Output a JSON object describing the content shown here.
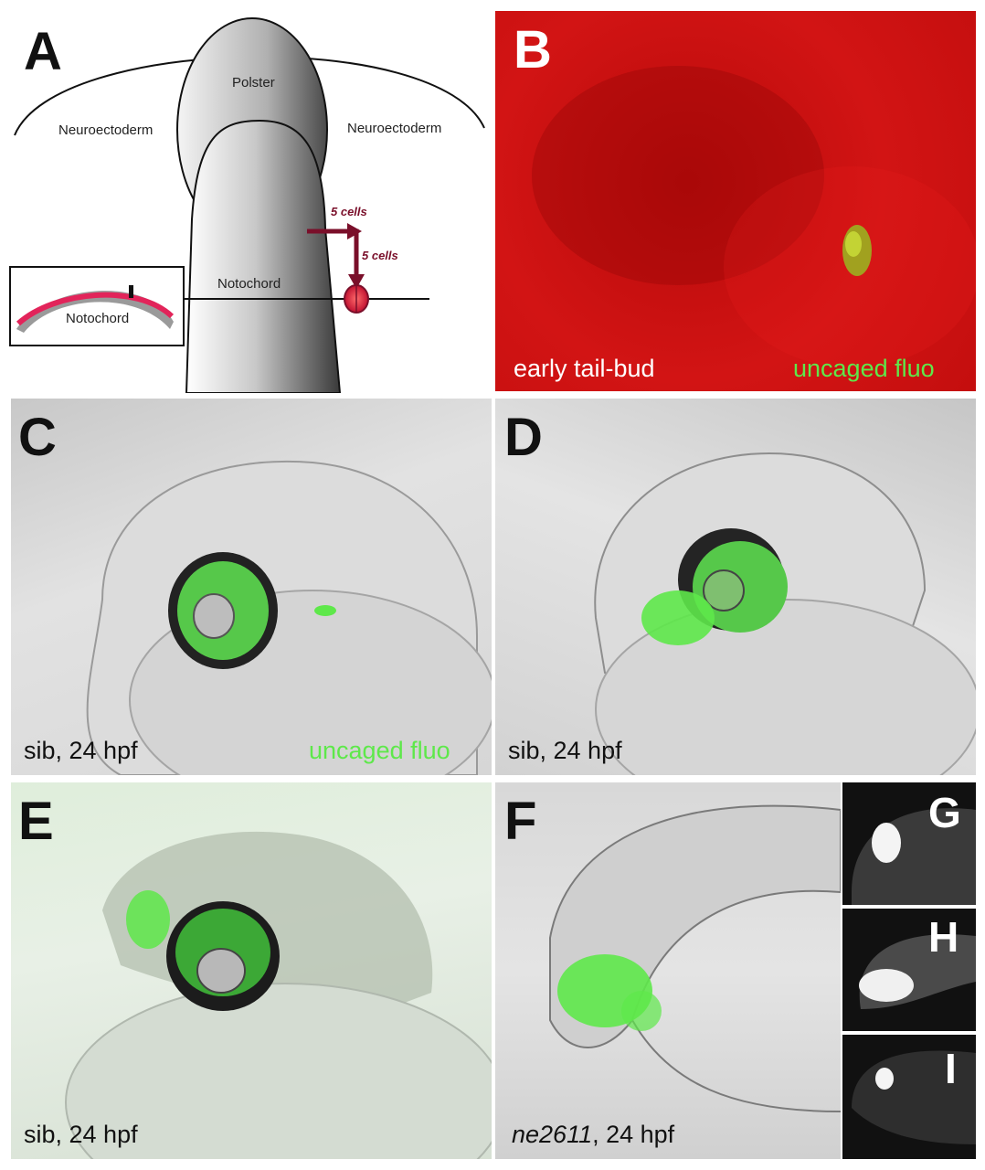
{
  "figure": {
    "panels": {
      "A": {
        "letter": "A",
        "labels": {
          "polster": "Polster",
          "neuroectoderm_left": "Neuroectoderm",
          "neuroectoderm_right": "Neuroectoderm",
          "notochord_main": "Notochord",
          "notochord_inset": "Notochord",
          "arrow_horizontal": "5 cells",
          "arrow_vertical": "5 cells"
        }
      },
      "B": {
        "letter": "B",
        "caption_left": "early tail-bud",
        "caption_right": "uncaged fluo"
      },
      "C": {
        "letter": "C",
        "caption_left": "sib, 24 hpf",
        "caption_right": "uncaged fluo"
      },
      "D": {
        "letter": "D",
        "caption_left": "sib, 24 hpf"
      },
      "E": {
        "letter": "E",
        "caption_left": "sib, 24 hpf"
      },
      "F": {
        "letter": "F",
        "caption_italic": "ne2611",
        "caption_rest": ", 24 hpf"
      },
      "G": {
        "letter": "G"
      },
      "H": {
        "letter": "H"
      },
      "I": {
        "letter": "I"
      }
    },
    "colors": {
      "uncaged_green": "#5ee84a",
      "caged_red": "#d01010",
      "arrow_maroon": "#7a0f2a"
    }
  }
}
